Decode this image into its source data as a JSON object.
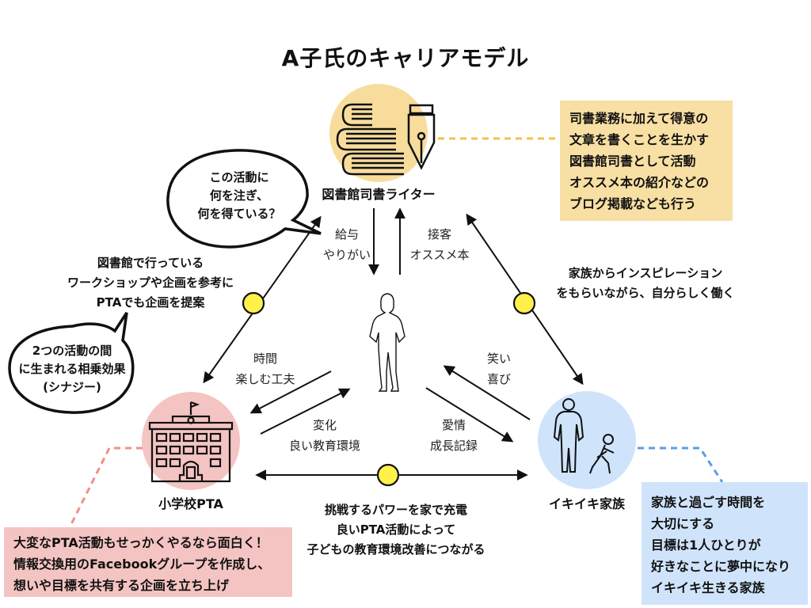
{
  "title": "A子氏のキャリアモデル",
  "nodes": {
    "librarian": {
      "label": "図書館司書ライター",
      "circle_color": "#f7dc9c",
      "icon": "books-and-pen-icon"
    },
    "pta": {
      "label": "小学校PTA",
      "circle_color": "#f4c4c2",
      "icon": "school-building-icon"
    },
    "family": {
      "label": "イキイキ家族",
      "circle_color": "#cfe4fb",
      "icon": "father-and-running-child-icon"
    },
    "person": {
      "icon": "woman-silhouette-icon"
    }
  },
  "flows": {
    "to_center_from_librarian": [
      "給与",
      "やりがい"
    ],
    "from_center_to_librarian": [
      "接客",
      "オススメ本"
    ],
    "to_pta": [
      "時間",
      "楽しむ工夫"
    ],
    "from_pta": [
      "変化",
      "良い教育環境"
    ],
    "from_family": [
      "笑い",
      "喜び"
    ],
    "to_family": [
      "愛情",
      "成長記録"
    ]
  },
  "synergy_notes": {
    "librarian_pta": [
      "図書館で行っている",
      "ワークショップや企画を参考に",
      "PTAでも企画を提案"
    ],
    "librarian_family": [
      "家族からインスピレーション",
      "をもらいながら、自分らしく働く"
    ],
    "pta_family": [
      "挑戦するパワーを家で充電",
      "良いPTA活動によって",
      "子どもの教育環境改善につながる"
    ]
  },
  "bubbles": {
    "question": [
      "この活動に",
      "何を注ぎ、",
      "何を得ている？"
    ],
    "synergy": [
      "2つの活動の間",
      "に生まれる相乗効果",
      "(シナジー)"
    ]
  },
  "boxes": {
    "librarian": [
      "司書業務に加えて得意の",
      "文章を書くことを生かす",
      "図書館司書として活動",
      "オススメ本の紹介などの",
      "ブログ掲載なども行う"
    ],
    "pta": [
      "大変なPTA活動もせっかくやるなら面白く！",
      "情報交換用のFacebookグループを作成し、",
      "想いや目標を共有する企画を立ち上げ"
    ],
    "family": [
      "家族と過ごす時間を",
      "大切にする",
      "目標は1人ひとりが",
      "好きなことに夢中になり",
      "イキイキ生きる家族"
    ]
  },
  "colors": {
    "synergy_dot": "#fff04a",
    "yellow_accent": "#f2c14e",
    "pink_accent": "#ef8f8a",
    "blue_accent": "#5a9ee8"
  }
}
